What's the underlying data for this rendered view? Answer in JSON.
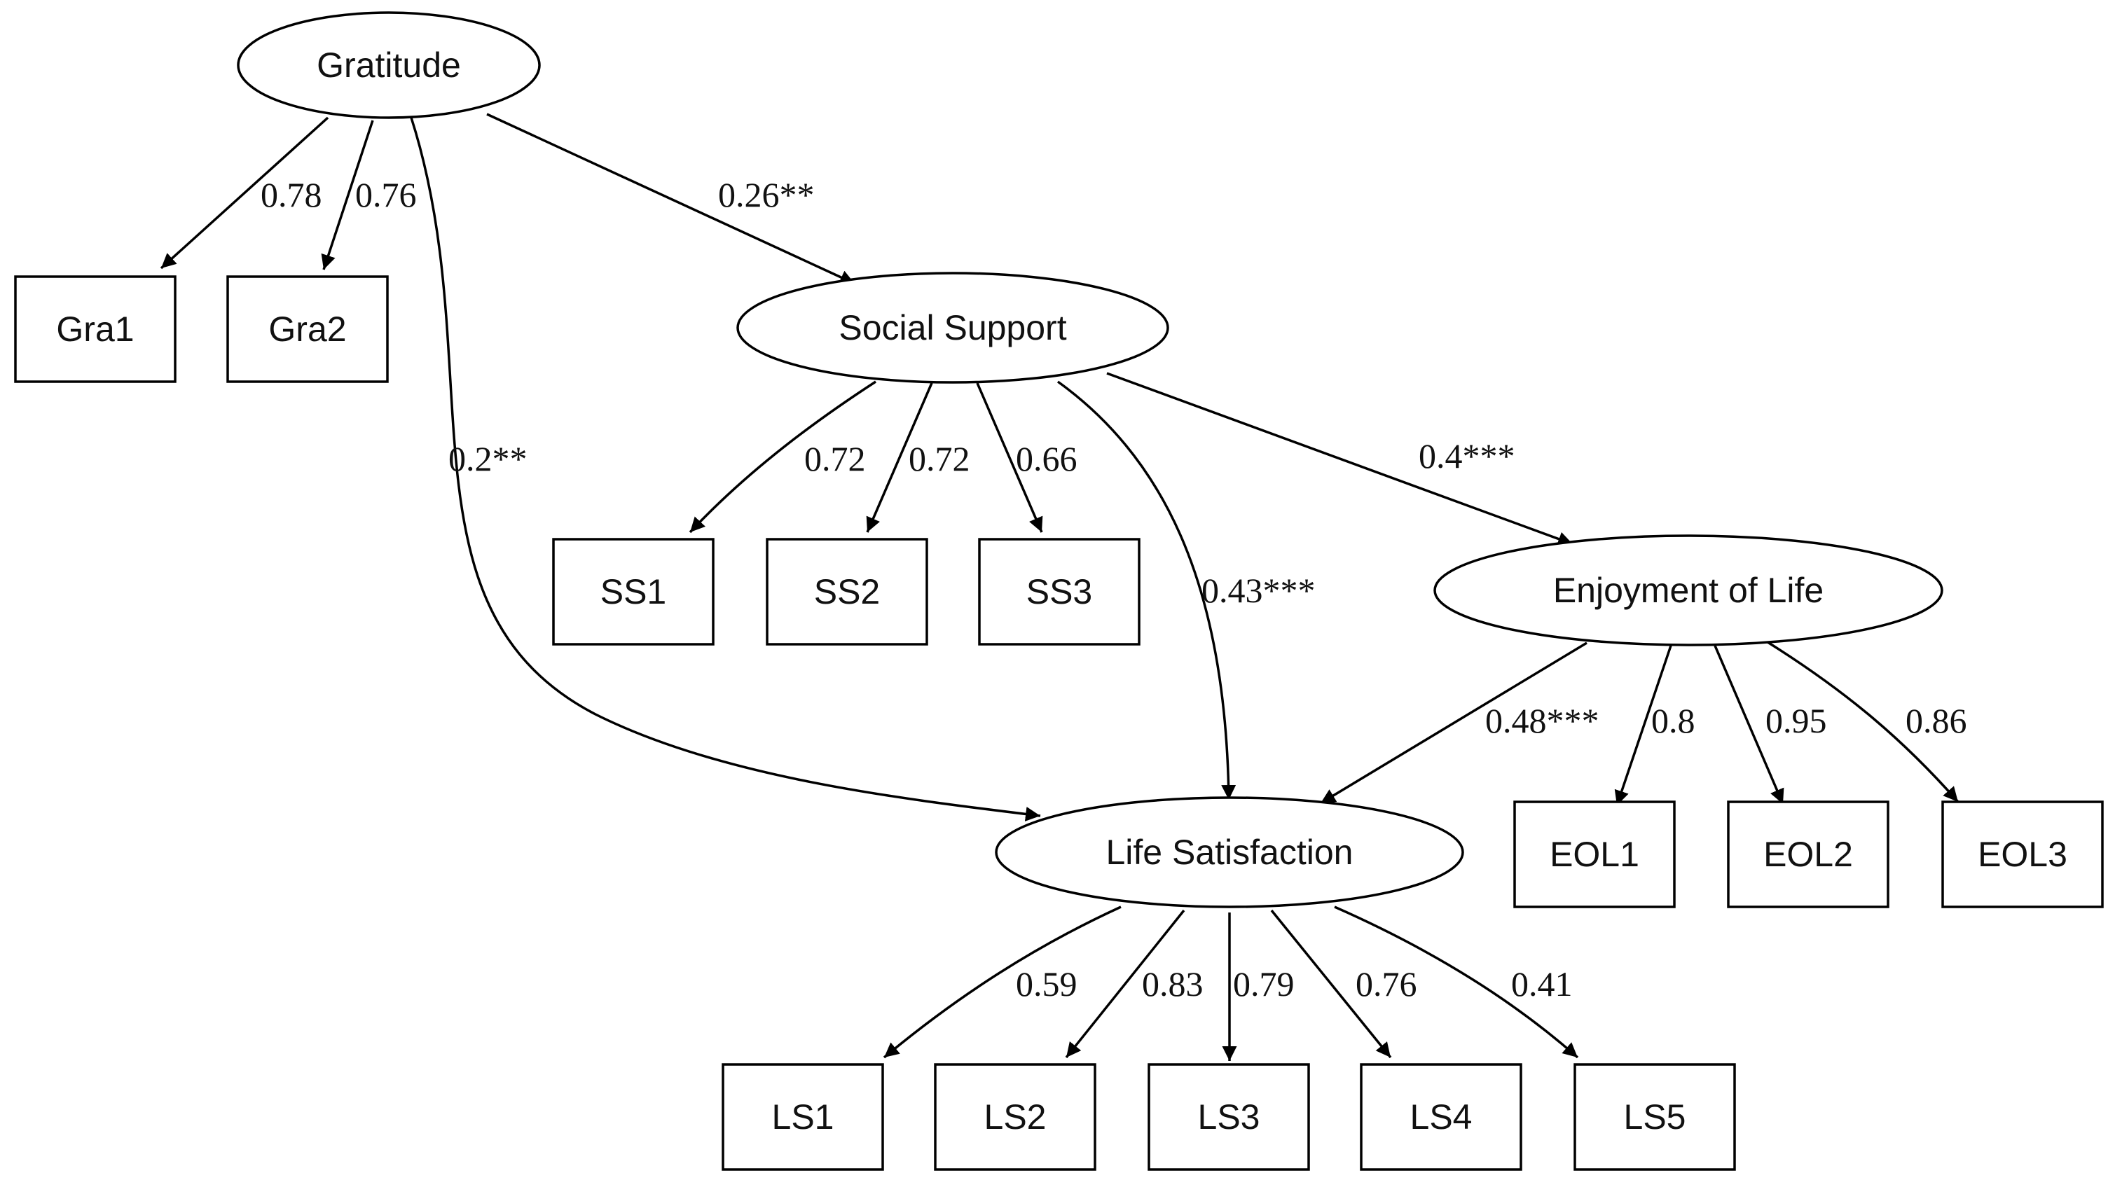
{
  "latents": {
    "gratitude": "Gratitude",
    "social_support": "Social Support",
    "enjoyment": "Enjoyment of Life",
    "life_satisfaction": "Life Satisfaction"
  },
  "indicators": {
    "gra1": "Gra1",
    "gra2": "Gra2",
    "ss1": "SS1",
    "ss2": "SS2",
    "ss3": "SS3",
    "eol1": "EOL1",
    "eol2": "EOL2",
    "eol3": "EOL3",
    "ls1": "LS1",
    "ls2": "LS2",
    "ls3": "LS3",
    "ls4": "LS4",
    "ls5": "LS5"
  },
  "paths": {
    "gra_ss": "0.26**",
    "gra_ls": "0.2**",
    "ss_eol": "0.4***",
    "ss_ls": "0.43***",
    "eol_ls": "0.48***"
  },
  "loadings": {
    "gra1": "0.78",
    "gra2": "0.76",
    "ss1": "0.72",
    "ss2": "0.72",
    "ss3": "0.66",
    "eol1": "0.8",
    "eol2": "0.95",
    "eol3": "0.86",
    "ls1": "0.59",
    "ls2": "0.83",
    "ls3": "0.79",
    "ls4": "0.76",
    "ls5": "0.41"
  }
}
